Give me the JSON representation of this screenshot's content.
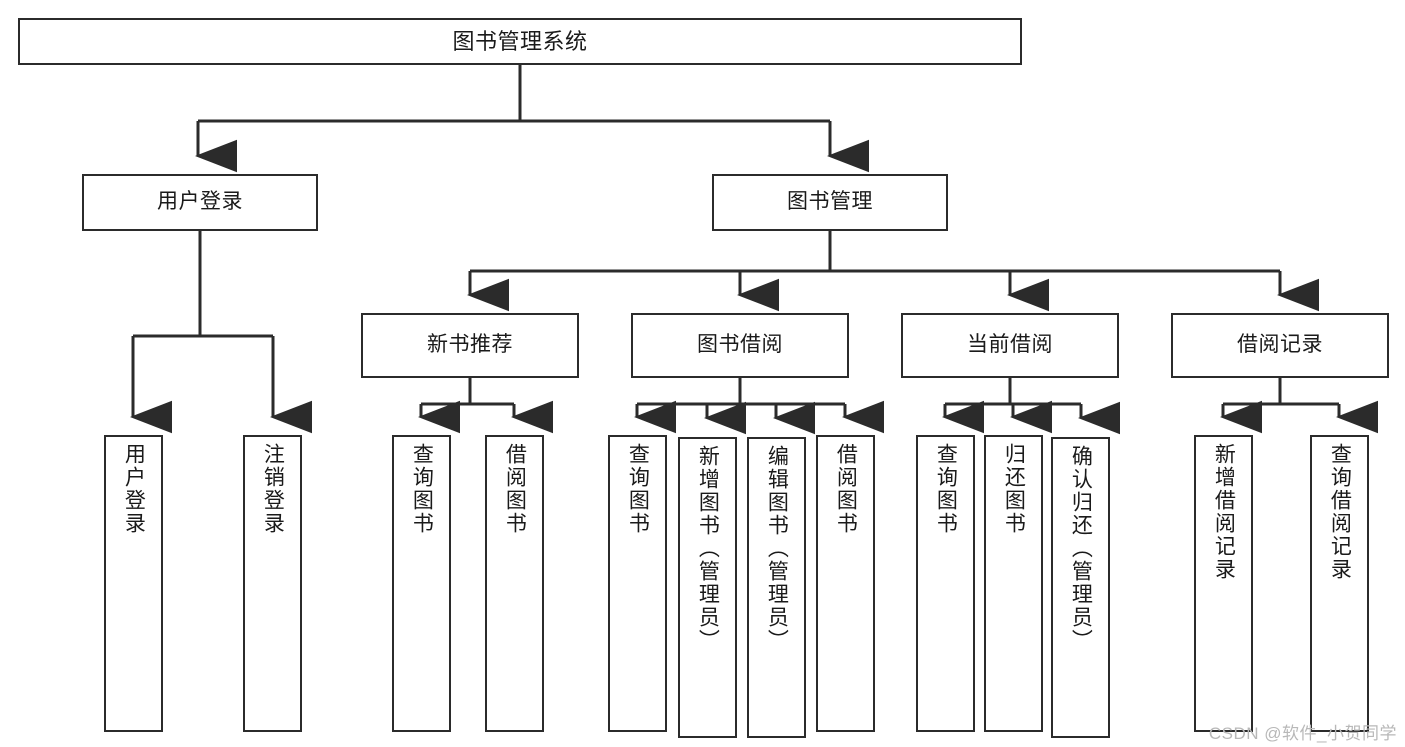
{
  "diagram": {
    "title": "图书管理系统",
    "type": "tree",
    "colors": {
      "border": "#2b2b2b",
      "background": "#ffffff",
      "text": "#1a1a1a",
      "edge": "#2b2b2b",
      "watermark": "#b8b8b8"
    },
    "watermark": "CSDN @软件_小贺同学",
    "nodes": {
      "root": {
        "label": "图书管理系统"
      },
      "level2": [
        {
          "id": "user-login",
          "label": "用户登录"
        },
        {
          "id": "book-manage",
          "label": "图书管理"
        }
      ],
      "level3": [
        {
          "id": "new-book-rec",
          "label": "新书推荐"
        },
        {
          "id": "book-borrow",
          "label": "图书借阅"
        },
        {
          "id": "current-borrow",
          "label": "当前借阅"
        },
        {
          "id": "borrow-record",
          "label": "借阅记录"
        }
      ],
      "leaves": {
        "user-login": [
          {
            "id": "leaf-user-login",
            "label": "用户登录"
          },
          {
            "id": "leaf-logout",
            "label": "注销登录"
          }
        ],
        "new-book-rec": [
          {
            "id": "leaf-query-book-1",
            "label": "查询图书"
          },
          {
            "id": "leaf-borrow-book-1",
            "label": "借阅图书"
          }
        ],
        "book-borrow": [
          {
            "id": "leaf-query-book-2",
            "label": "查询图书"
          },
          {
            "id": "leaf-add-book",
            "label": "新增图书（管理员）"
          },
          {
            "id": "leaf-edit-book",
            "label": "编辑图书（管理员）"
          },
          {
            "id": "leaf-borrow-book-2",
            "label": "借阅图书"
          }
        ],
        "current-borrow": [
          {
            "id": "leaf-query-book-3",
            "label": "查询图书"
          },
          {
            "id": "leaf-return-book",
            "label": "归还图书"
          },
          {
            "id": "leaf-confirm-return",
            "label": "确认归还（管理员）"
          }
        ],
        "borrow-record": [
          {
            "id": "leaf-add-record",
            "label": "新增借阅记录"
          },
          {
            "id": "leaf-query-record",
            "label": "查询借阅记录"
          }
        ]
      }
    }
  }
}
